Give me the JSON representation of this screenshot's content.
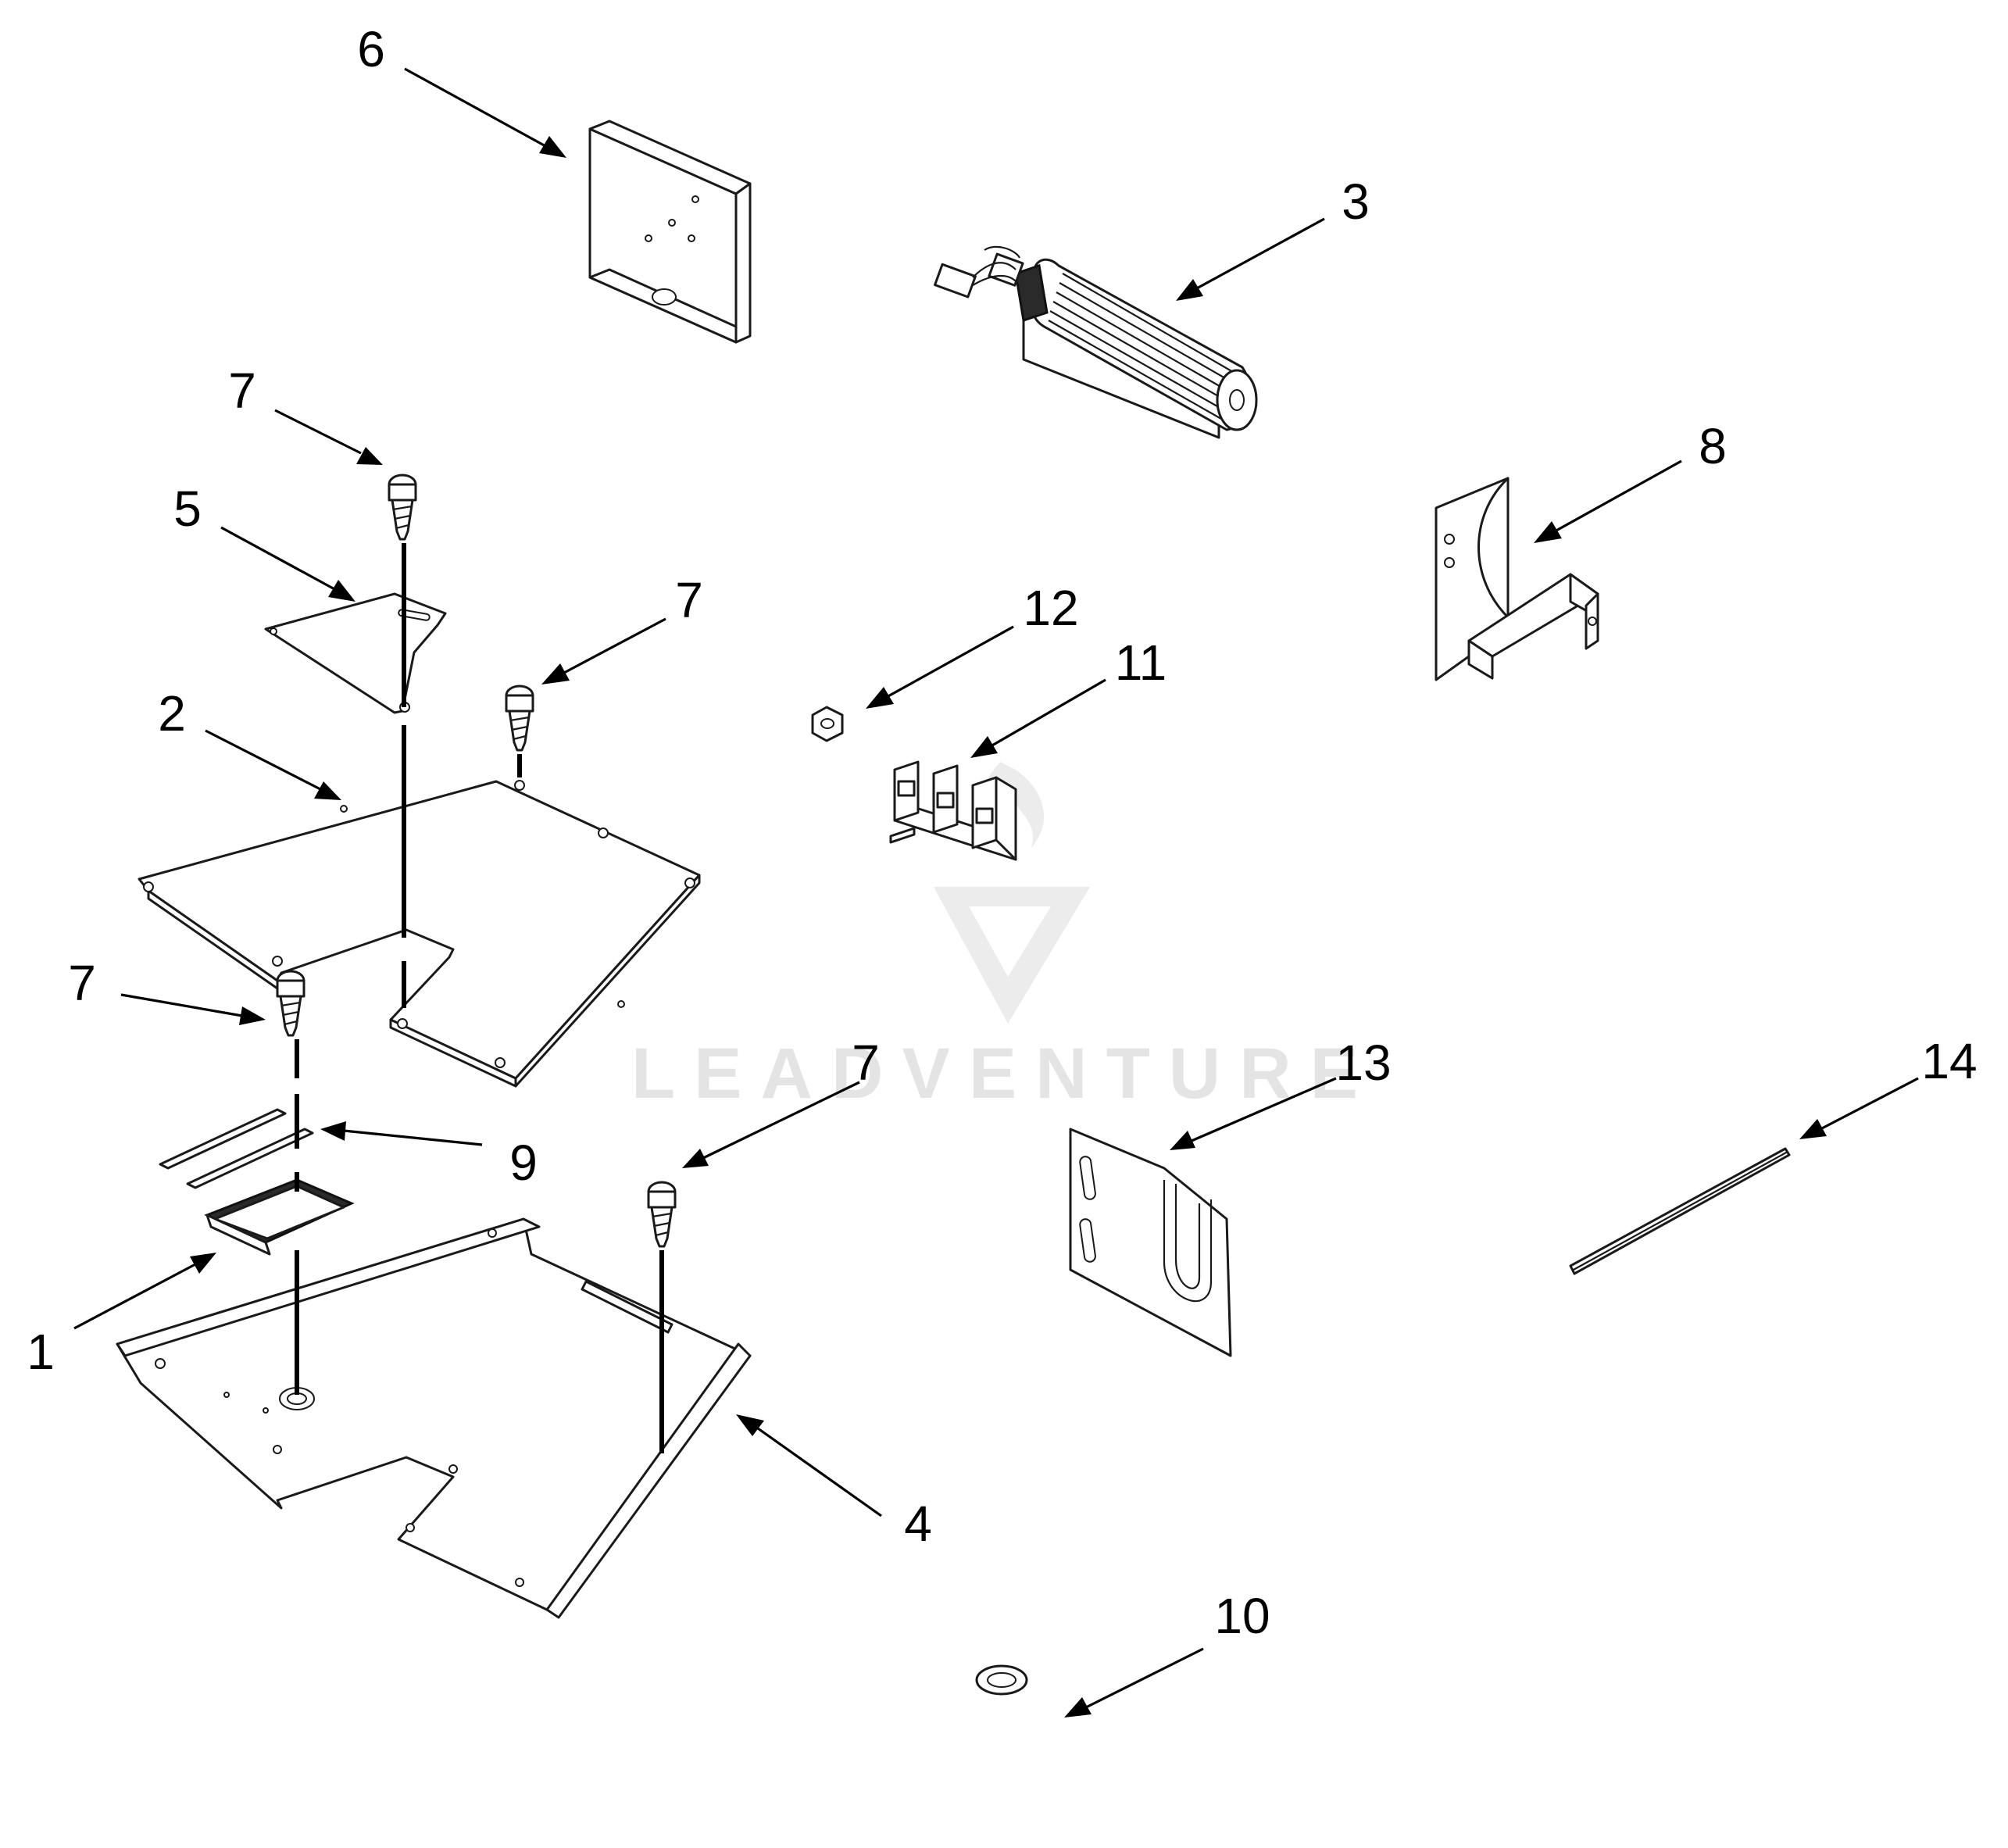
{
  "watermark": {
    "brand": "LEADVENTURE",
    "color": "#e4e4e4"
  },
  "callouts": {
    "c1": "1",
    "c2": "2",
    "c3": "3",
    "c4": "4",
    "c5": "5",
    "c6": "6",
    "c7a": "7",
    "c7b": "7",
    "c7c": "7",
    "c7d": "7",
    "c8": "8",
    "c9": "9",
    "c10": "10",
    "c11": "11",
    "c12": "12",
    "c13": "13",
    "c14": "14"
  },
  "colors": {
    "line": "#1a1a1a",
    "background": "#ffffff",
    "callout_text": "#000000"
  }
}
